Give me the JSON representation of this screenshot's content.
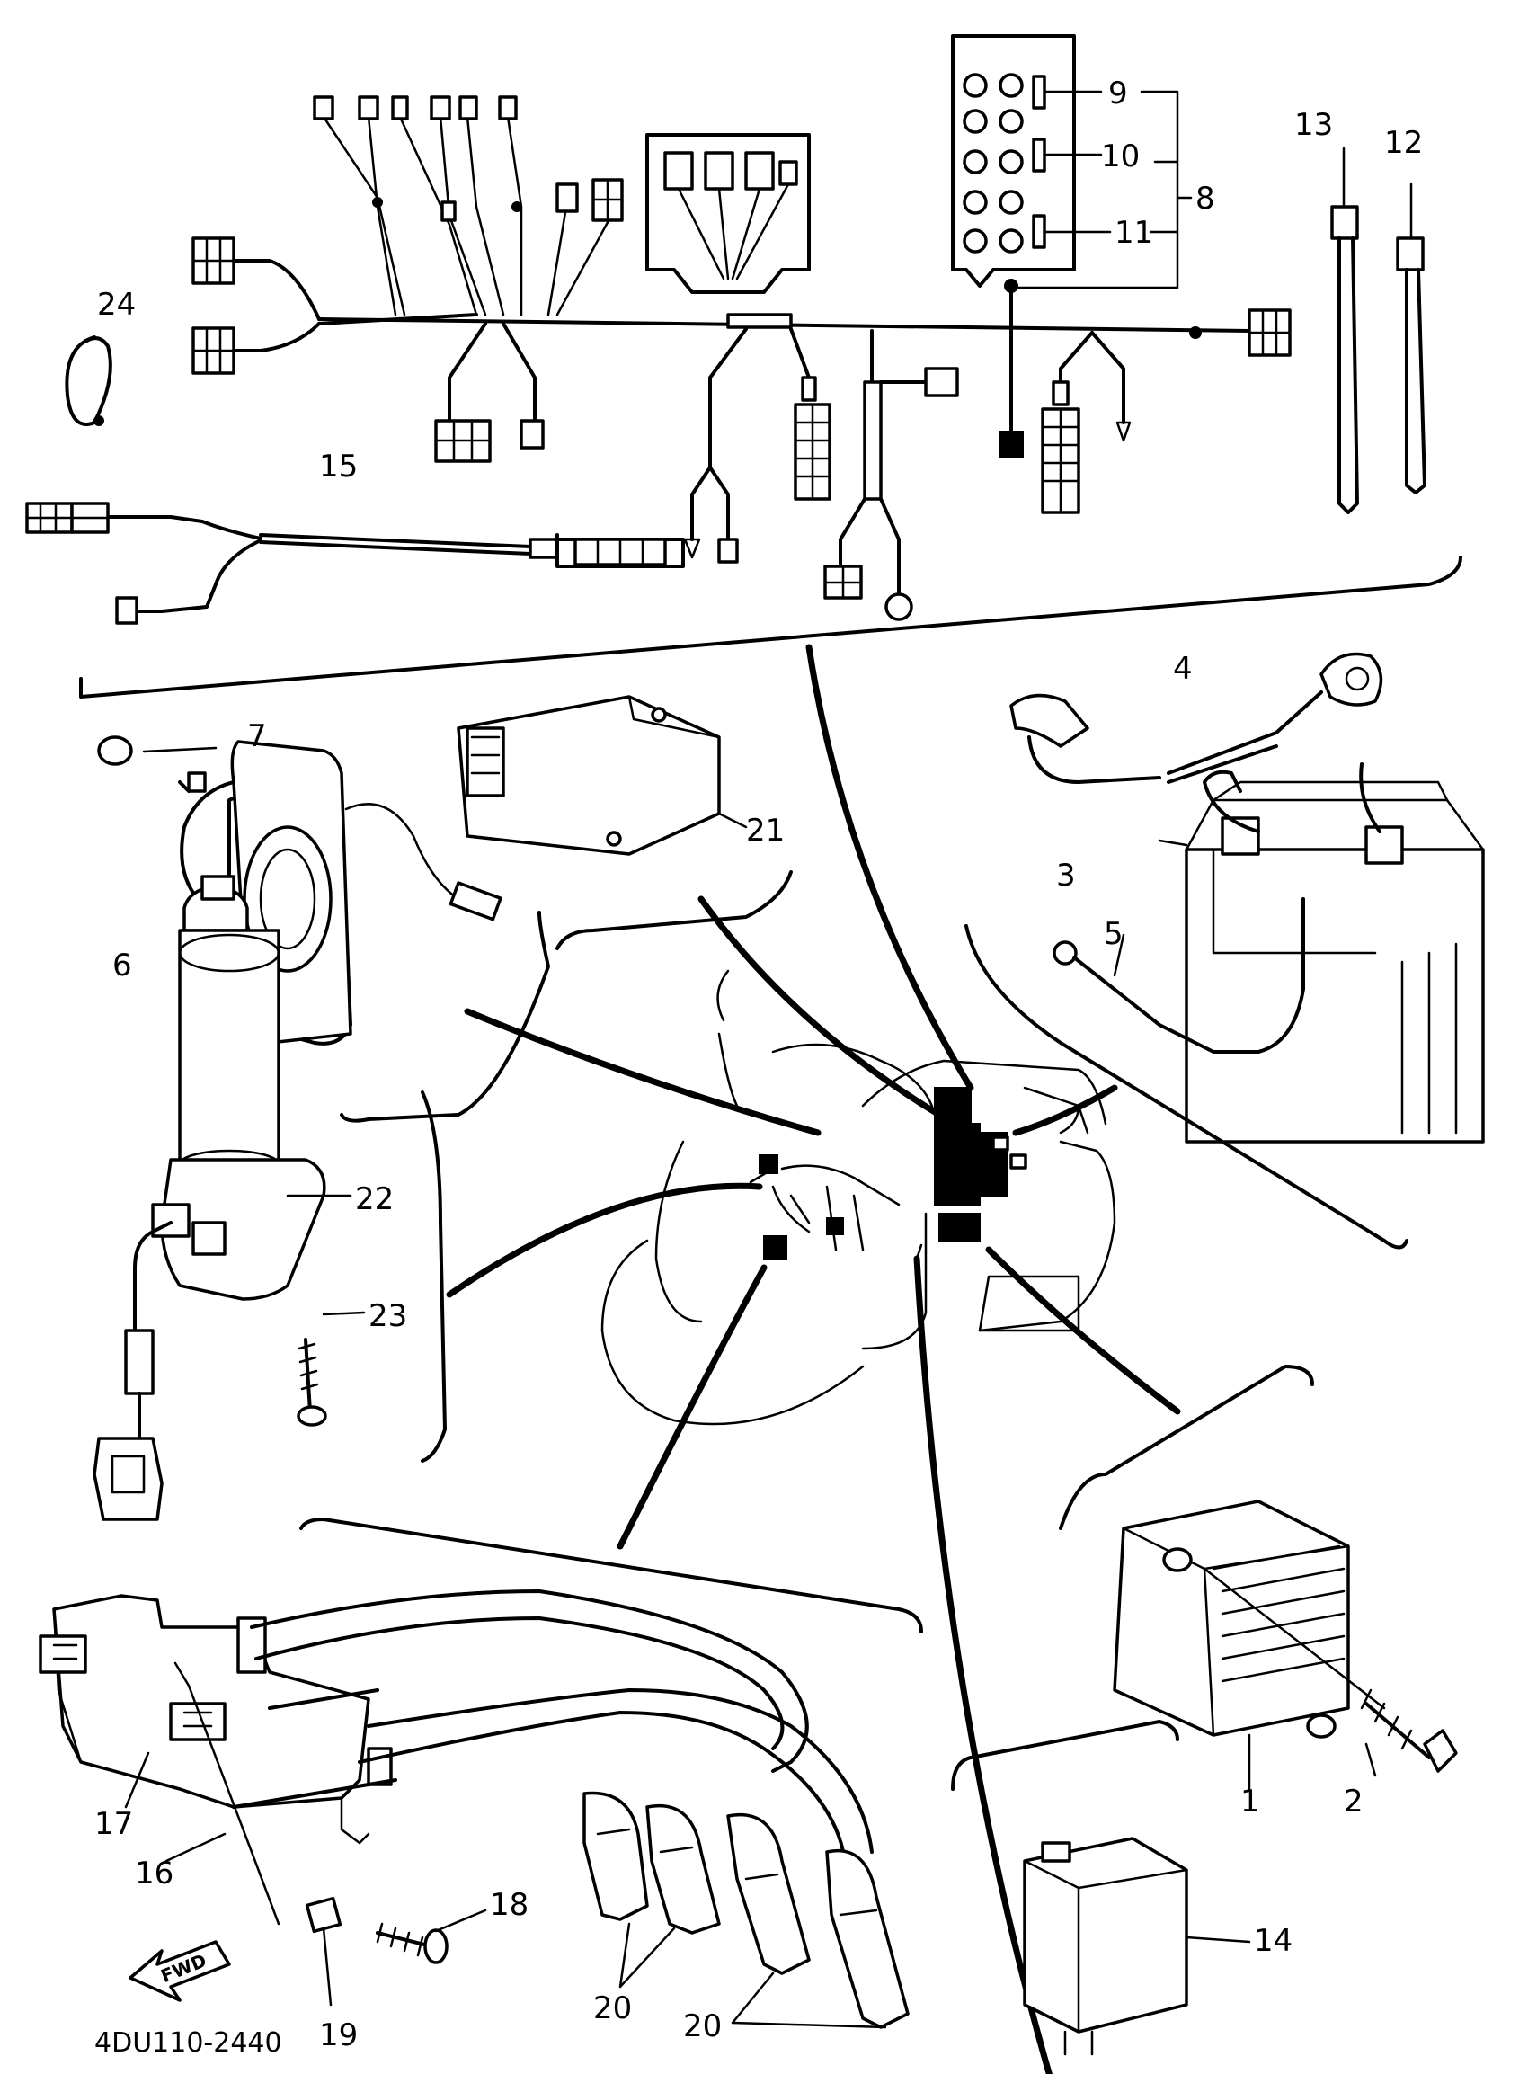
{
  "diagram": {
    "code": "4DU110-2440",
    "fwd_arrow": "FWD",
    "callouts": [
      "1",
      "2",
      "3",
      "4",
      "5",
      "6",
      "7",
      "8",
      "9",
      "10",
      "11",
      "12",
      "13",
      "14",
      "15",
      "16",
      "17",
      "18",
      "19",
      "20",
      "20",
      "21",
      "22",
      "23",
      "24"
    ]
  }
}
